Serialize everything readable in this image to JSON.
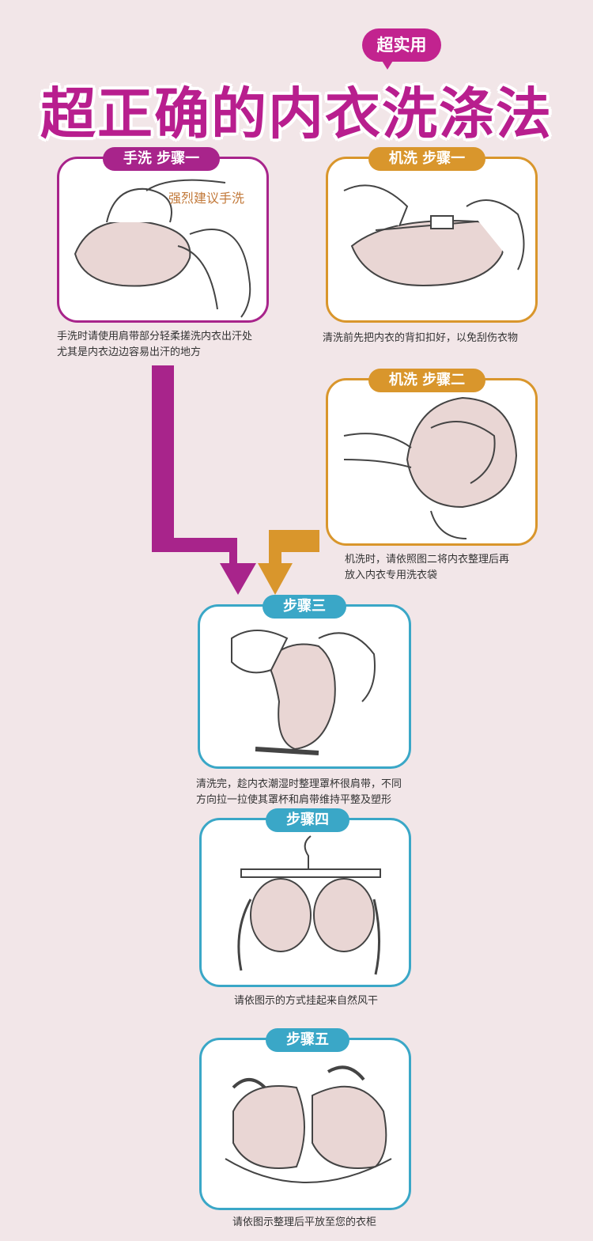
{
  "header": {
    "badge": "超实用",
    "title": "超正确的内衣洗涤法"
  },
  "colors": {
    "background": "#f2e6e8",
    "purple": "#a8248b",
    "orange": "#d9962c",
    "teal": "#3aa7c7"
  },
  "steps": {
    "hand1": {
      "tag": "手洗 步骤一",
      "note": "强烈建议手洗",
      "caption_line1": "手洗时请使用肩带部分轻柔搓洗内衣出汗处",
      "caption_line2": "尤其是内衣边边容易出汗的地方"
    },
    "machine1": {
      "tag": "机洗 步骤一",
      "caption_line1": "清洗前先把内衣的背扣扣好，以免刮伤衣物"
    },
    "machine2": {
      "tag": "机洗 步骤二",
      "caption_line1": "机洗时，请依照图二将内衣整理后再",
      "caption_line2": "放入内衣专用洗衣袋"
    },
    "step3": {
      "tag": "步骤三",
      "caption_line1": "清洗完，趁内衣潮湿时整理罩杯很肩带，不同",
      "caption_line2": "方向拉一拉使其罩杯和肩带维持平整及塑形"
    },
    "step4": {
      "tag": "步骤四",
      "caption_line1": "请依图示的方式挂起来自然风干"
    },
    "step5": {
      "tag": "步骤五",
      "caption_line1": "请依图示整理后平放至您的衣柜"
    }
  }
}
